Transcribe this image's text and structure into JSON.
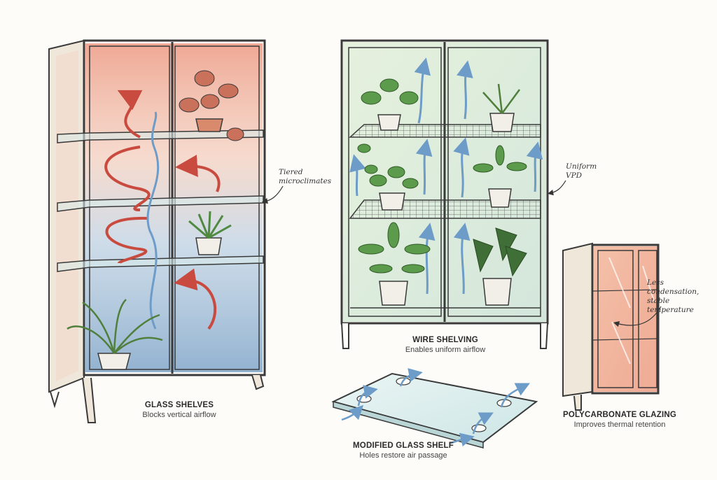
{
  "captions": {
    "glass_shelves": {
      "title": "GLASS SHELVES",
      "subtitle": "Blocks vertical airflow"
    },
    "wire_shelving": {
      "title": "WIRE SHELVING",
      "subtitle": "Enables uniform airflow"
    },
    "modified_glass_shelf": {
      "title": "MODIFIED GLASS SHELF",
      "subtitle": "Holes restore air passage"
    },
    "polycarbonate": {
      "title": "POLYCARBONATE GLAZING",
      "subtitle": "Improves thermal retention"
    }
  },
  "annotations": {
    "tiered_1": "Tiered",
    "tiered_2": "microclimates",
    "uniform_1": "Uniform",
    "uniform_2": "VPD",
    "less_1": "Less condensation,",
    "less_2": "stable",
    "less_3": "temperature"
  },
  "colors": {
    "warm": "#e8826a",
    "cool": "#7fa7c9",
    "green_wash": "#cfe6c8",
    "frame": "#3a3a3a",
    "leaf": "#5c9a4c",
    "pot": "#f2efe8",
    "arrow_red": "#c94a3e",
    "arrow_blue": "#6d9cc8"
  }
}
